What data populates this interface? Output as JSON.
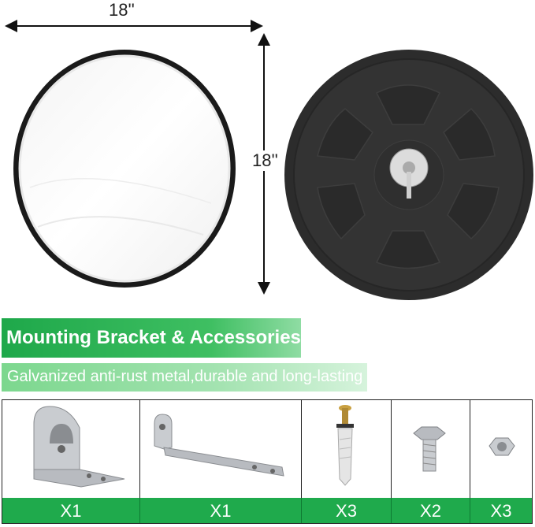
{
  "dimensions": {
    "width_label": "18''",
    "height_label": "18''"
  },
  "title": "Mounting Bracket & Accessories",
  "subtitle": "Galvanized anti-rust metal,durable and long-lasting",
  "accessories": [
    {
      "name": "l-bracket",
      "qty": "X1"
    },
    {
      "name": "long-bracket",
      "qty": "X1"
    },
    {
      "name": "wall-anchor-screw",
      "qty": "X3"
    },
    {
      "name": "hex-bolt",
      "qty": "X2"
    },
    {
      "name": "hex-nut",
      "qty": "X3"
    }
  ],
  "colors": {
    "green": "#1faa4c",
    "light_green": "#8fdca3",
    "mirror_frame": "#1a1a1a"
  }
}
